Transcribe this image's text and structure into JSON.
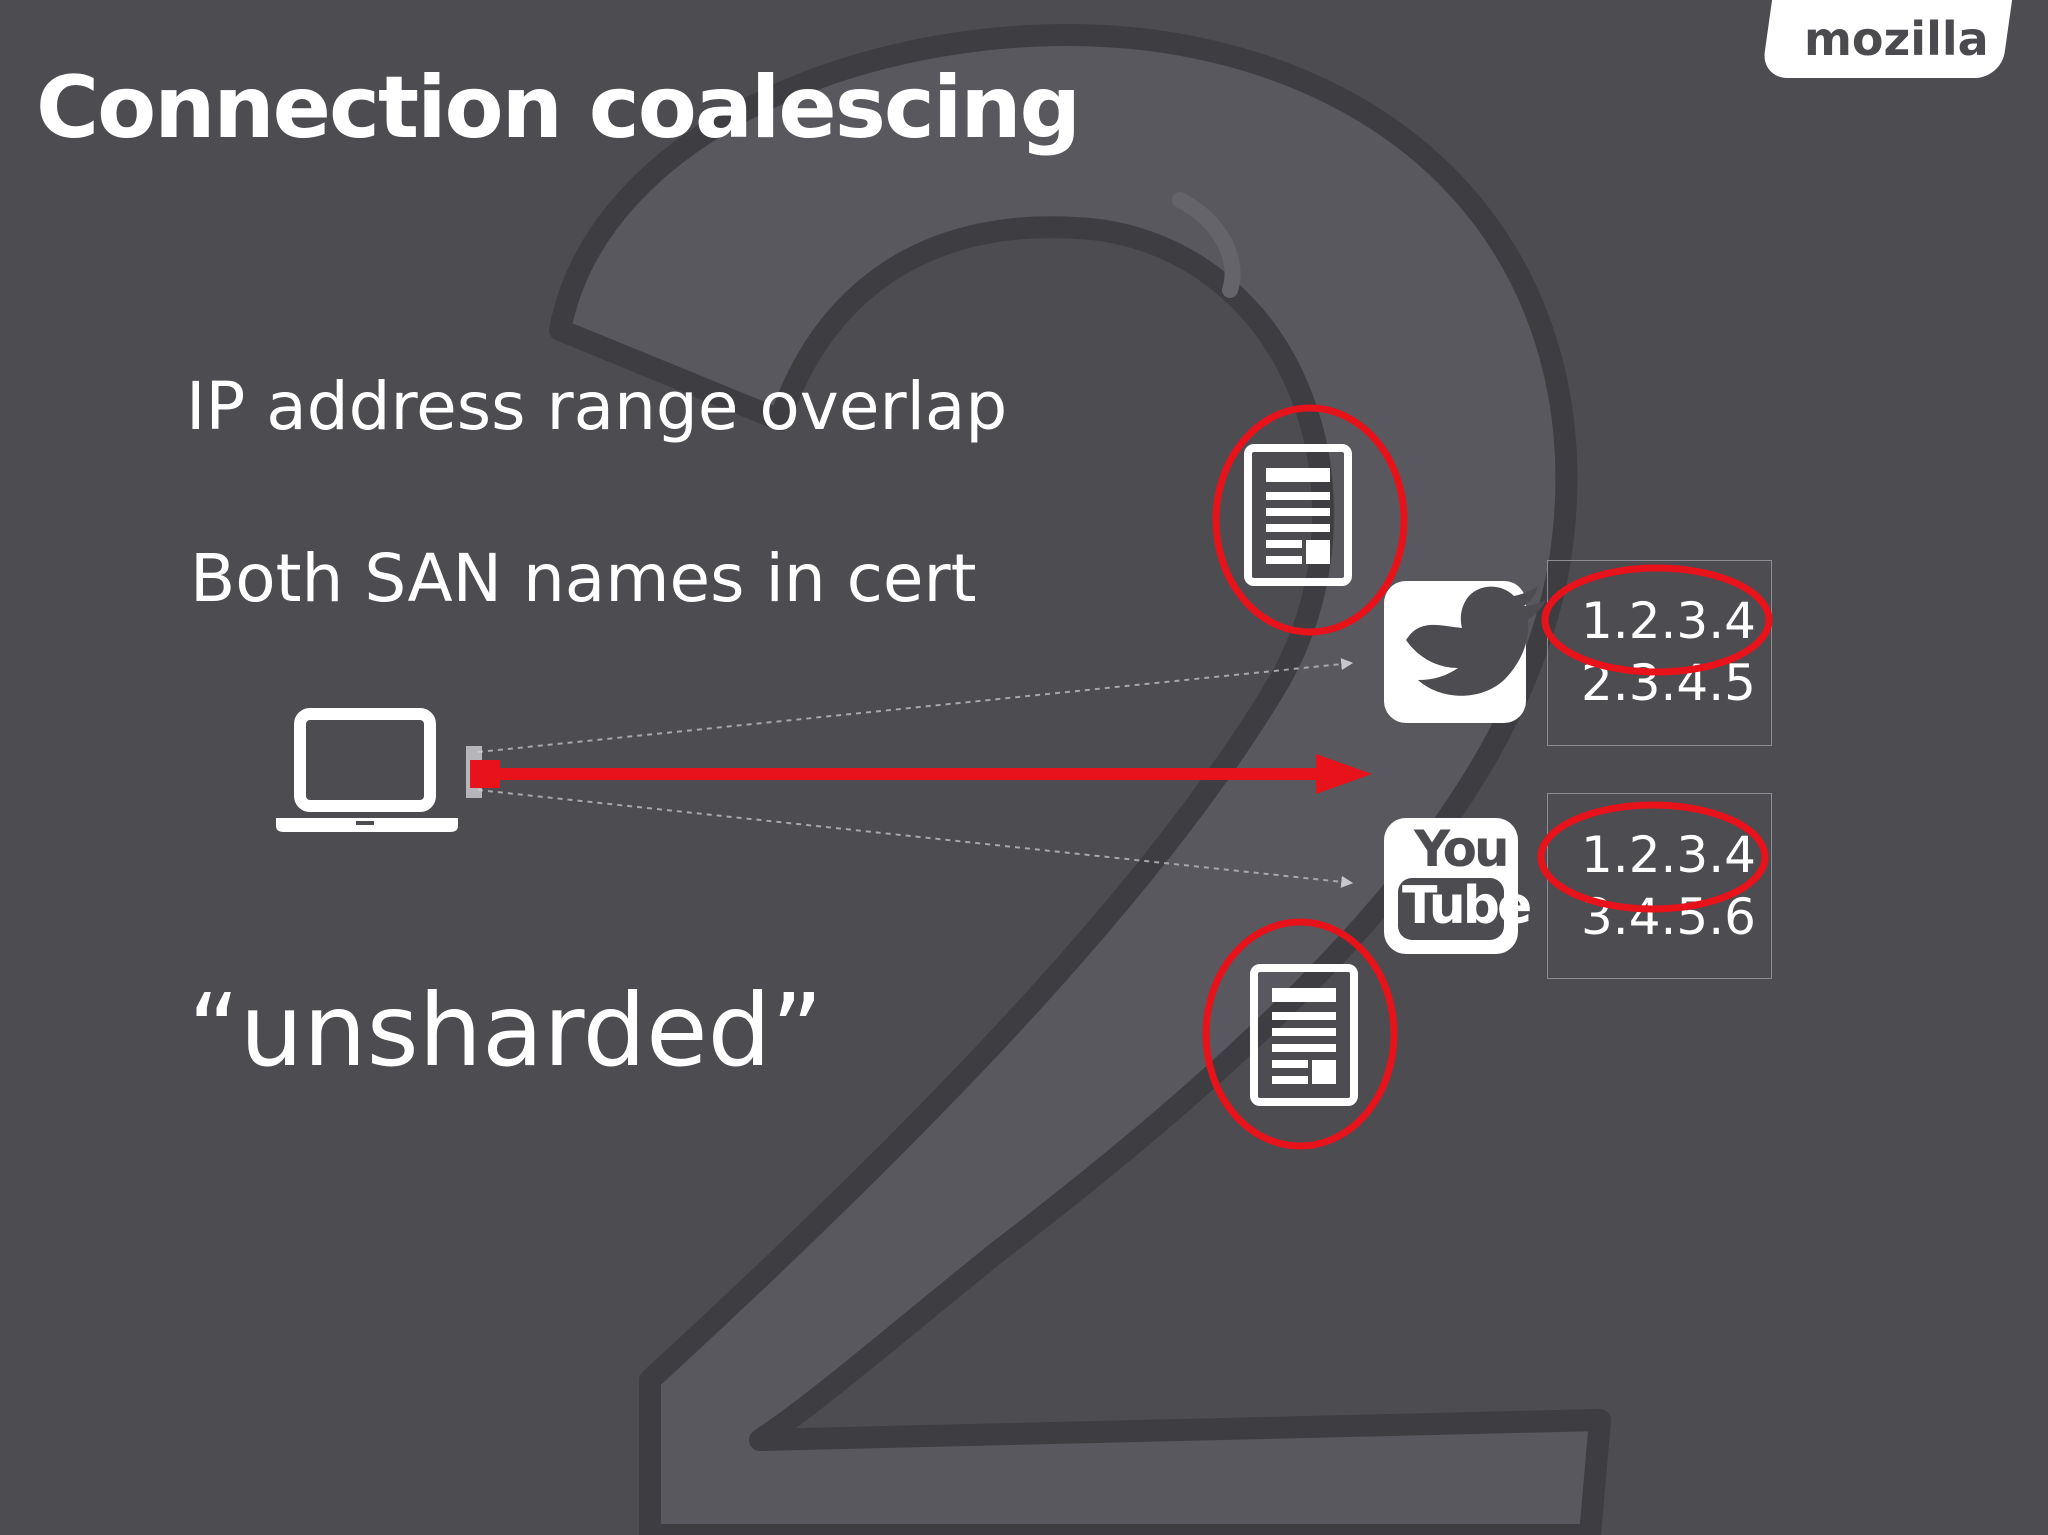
{
  "slide": {
    "title": "Connection coalescing",
    "logo": "mozilla",
    "bullets": {
      "ip_overlap": "IP address range overlap",
      "san_names": "Both SAN names in cert",
      "unsharded": "“unsharded”"
    }
  },
  "services": {
    "twitter": {
      "icon": "twitter-bird-icon",
      "ips": [
        "1.2.3.4",
        "2.3.4.5"
      ]
    },
    "youtube": {
      "icon": "youtube-logo-icon",
      "logo_top": "You",
      "logo_bottom": "Tube",
      "ips": [
        "1.2.3.4",
        "3.4.5.6"
      ]
    }
  },
  "icons": [
    "laptop-icon",
    "certificate-document-icon",
    "arrow-icon"
  ],
  "colors": {
    "background": "#4c4c51",
    "background_digit": "#5a5a60",
    "highlight_red": "#e8121b",
    "text": "#ffffff"
  }
}
